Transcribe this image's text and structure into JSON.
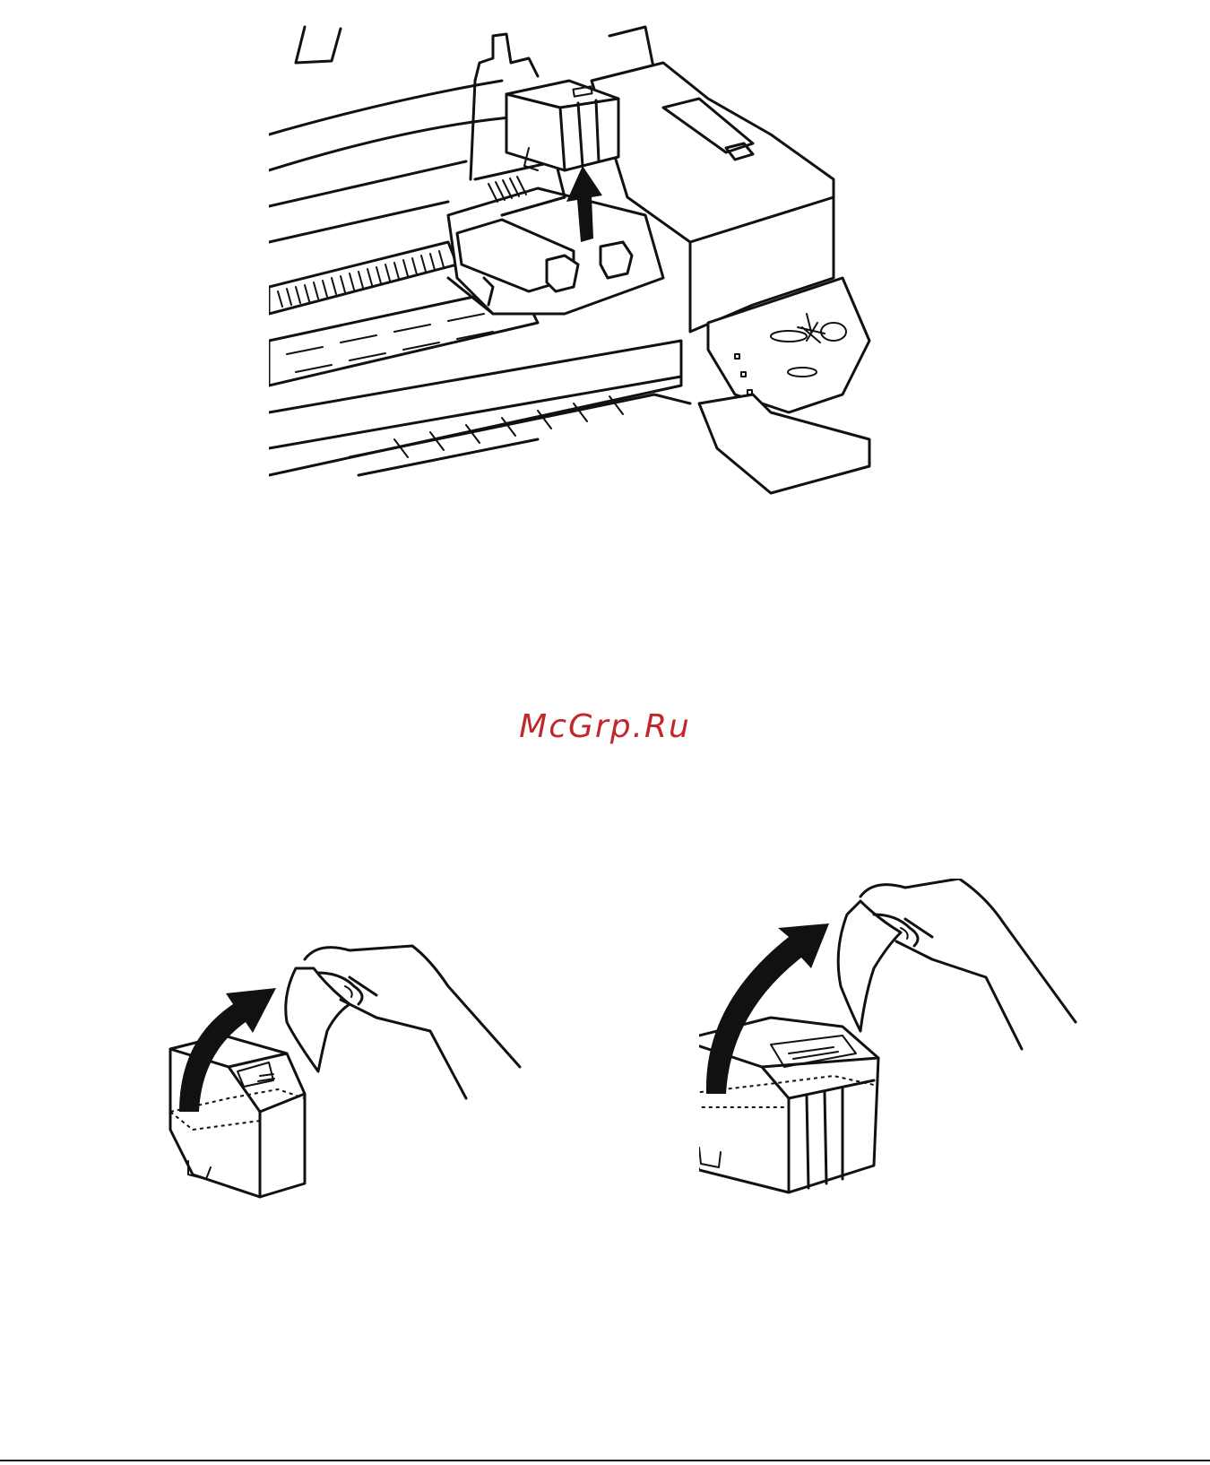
{
  "watermark": {
    "text": "McGrp.Ru",
    "color": "#c0282d"
  },
  "figures": [
    {
      "id": "printer",
      "icon": "printer-cartridge-removal-illustration"
    },
    {
      "id": "cartridge-black",
      "icon": "black-cartridge-tape-removal-illustration"
    },
    {
      "id": "cartridge-color",
      "icon": "color-cartridge-tape-removal-illustration"
    }
  ]
}
